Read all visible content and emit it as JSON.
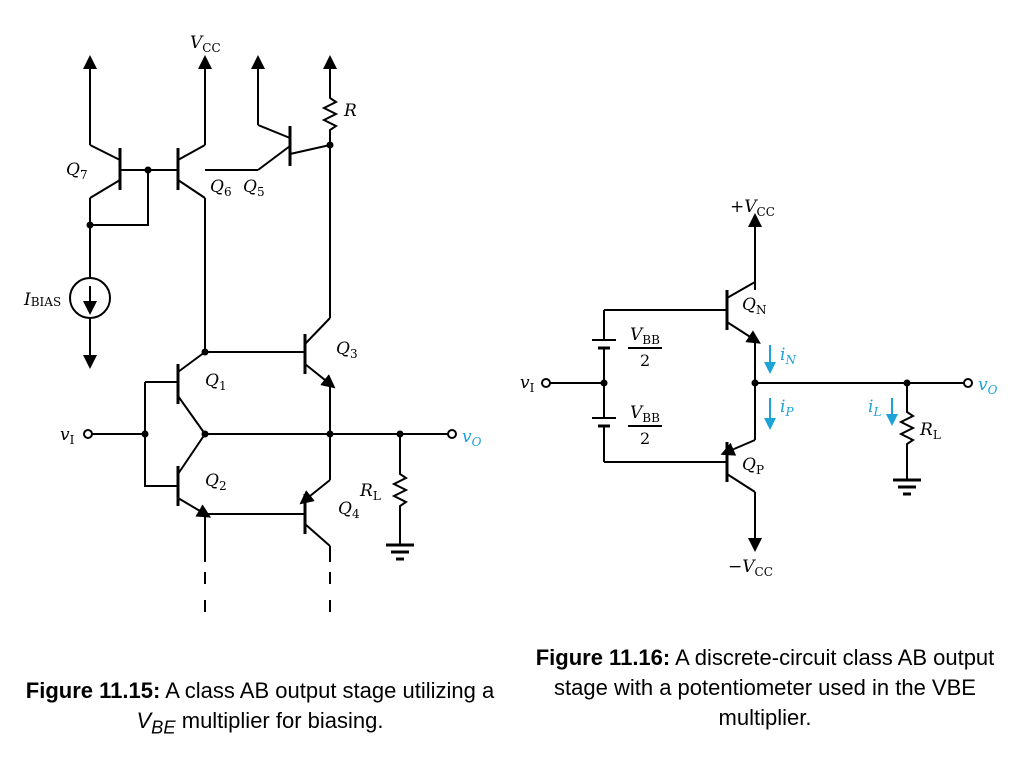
{
  "figure_left": {
    "labels": {
      "vcc": "V",
      "vcc_sub": "CC",
      "q7": "Q",
      "q7_sub": "7",
      "q6": "Q",
      "q6_sub": "6",
      "q5": "Q",
      "q5_sub": "5",
      "r": "R",
      "ibias": "I",
      "ibias_sub": "BIAS",
      "q1": "Q",
      "q1_sub": "1",
      "q2": "Q",
      "q2_sub": "2",
      "q3": "Q",
      "q3_sub": "3",
      "q4": "Q",
      "q4_sub": "4",
      "vi": "v",
      "vi_sub": "I",
      "vo": "v",
      "vo_sub": "O",
      "rl": "R",
      "rl_sub": "L"
    },
    "caption": {
      "fig": "Figure 11.15:",
      "pre": " A class AB output stage utilizing a ",
      "var": "V",
      "var_sub": "BE",
      "post": " multiplier for biasing."
    }
  },
  "figure_right": {
    "labels": {
      "vcc_pos": "+V",
      "vcc_pos_sub": "CC",
      "qn": "Q",
      "qn_sub": "N",
      "qp": "Q",
      "qp_sub": "P",
      "vbb_top": "V",
      "vbb_top_sub": "BB",
      "vbb_top_den": "2",
      "vbb_bot": "V",
      "vbb_bot_sub": "BB",
      "vbb_bot_den": "2",
      "vi": "v",
      "vi_sub": "I",
      "vo": "v",
      "vo_sub": "O",
      "in": "i",
      "in_sub": "N",
      "ip": "i",
      "ip_sub": "P",
      "il": "i",
      "il_sub": "L",
      "rl": "R",
      "rl_sub": "L",
      "vcc_neg": "−V",
      "vcc_neg_sub": "CC"
    },
    "caption": {
      "fig": "Figure 11.16:",
      "text": " A discrete-circuit class AB output stage with a potentiometer used in the VBE multiplier."
    }
  },
  "colors": {
    "wire": "#000000",
    "current_arrow": "#1ba3d8"
  }
}
